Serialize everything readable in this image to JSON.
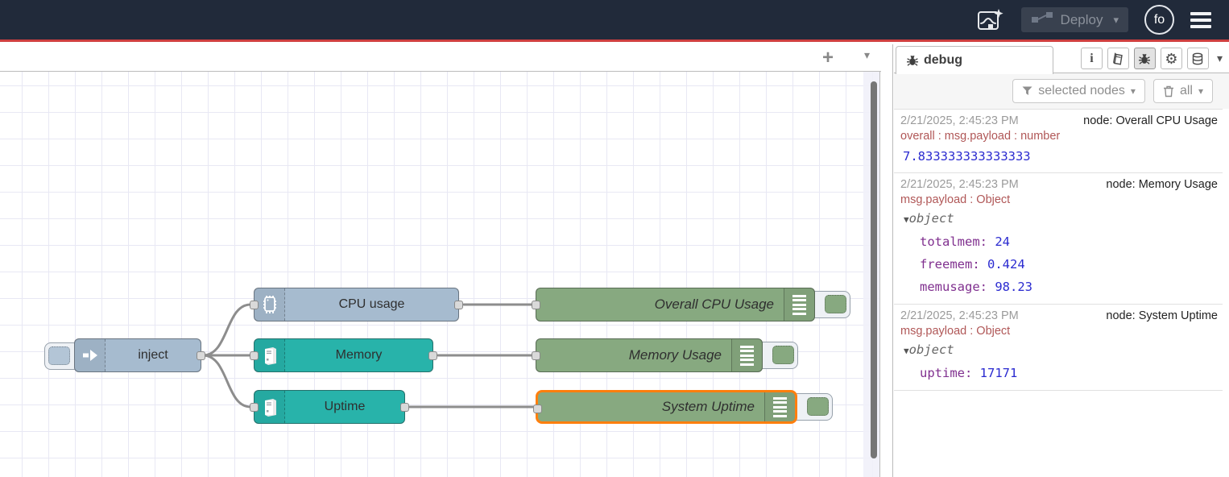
{
  "header": {
    "deploy_label": "Deploy",
    "avatar_text": "fo"
  },
  "workspace": {
    "add_flow_label": "+"
  },
  "canvas": {
    "nodes": {
      "inject": {
        "label": "inject",
        "color": "#a6bbcf"
      },
      "cpu": {
        "label": "CPU usage",
        "color": "#a6bbcf"
      },
      "memory": {
        "label": "Memory",
        "color": "#28b3aa"
      },
      "uptime": {
        "label": "Uptime",
        "color": "#28b3aa"
      },
      "debug_cpu": {
        "label": "Overall CPU Usage",
        "color": "#87a980"
      },
      "debug_memory": {
        "label": "Memory Usage",
        "color": "#87a980"
      },
      "debug_uptime": {
        "label": "System Uptime",
        "color": "#87a980",
        "selected": true
      }
    }
  },
  "sidebar": {
    "tab_label": "debug",
    "info_glyph": "i",
    "filter_label": "selected nodes",
    "clear_label": "all",
    "messages": [
      {
        "timestamp": "2/21/2025, 2:45:23 PM",
        "node": "node: Overall CPU Usage",
        "property": "overall : msg.payload : number",
        "value": "7.833333333333333"
      },
      {
        "timestamp": "2/21/2025, 2:45:23 PM",
        "node": "node: Memory Usage",
        "property": "msg.payload : Object",
        "object_label": "object",
        "entries": [
          {
            "key": "totalmem:",
            "value": "24"
          },
          {
            "key": "freemem:",
            "value": "0.424"
          },
          {
            "key": "memusage:",
            "value": "98.23"
          }
        ]
      },
      {
        "timestamp": "2/21/2025, 2:45:23 PM",
        "node": "node: System Uptime",
        "property": "msg.payload : Object",
        "object_label": "object",
        "entries": [
          {
            "key": "uptime:",
            "value": "17171"
          }
        ]
      }
    ]
  },
  "colors": {
    "header_bg": "#212a3a",
    "header_accent": "#cf3f3f",
    "node_blue": "#a6bbcf",
    "node_teal": "#28b3aa",
    "node_green": "#87a980",
    "selection_orange": "#ff7f0e",
    "wire_gray": "#8d8d8d",
    "debug_value_blue": "#2b2bd0",
    "debug_key_purple": "#80308f",
    "debug_property_red": "#b05757"
  }
}
